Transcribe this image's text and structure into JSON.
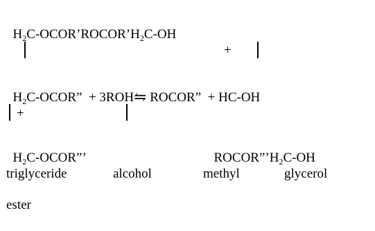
{
  "reaction": {
    "row1": {
      "part_a": "H",
      "sub_a": "2",
      "part_b": "C-OCOR’ROCOR’H",
      "sub_b": "2",
      "part_c": "C-OH"
    },
    "row2": {
      "plus": "+"
    },
    "row3": {
      "part_a": "H",
      "sub_a": "2",
      "part_b": "C-OCOR”  + 3ROH",
      "arrow": "⇋",
      "part_c": " ROCOR”  + HC-OH"
    },
    "row4": {
      "plus": "+"
    },
    "row5": {
      "left_a": "H",
      "left_sub": "2",
      "left_b": "C-OCOR”’",
      "right_a": "ROCOR”’H",
      "right_sub": "2",
      "right_b": "C-OH"
    },
    "labels": {
      "triglyceride": "triglyceride",
      "alcohol": "alcohol",
      "methyl": "methyl",
      "glycerol": "glycerol",
      "ester": "ester"
    }
  }
}
